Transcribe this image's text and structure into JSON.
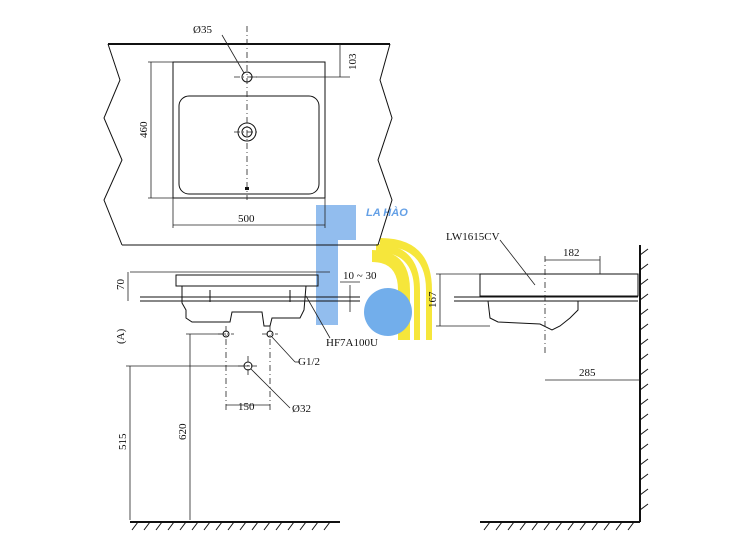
{
  "top_view": {
    "faucet_hole_label": "Ø35",
    "depth_label": "460",
    "width_label": "500",
    "hole_offset_label": "103"
  },
  "front_view": {
    "rim_height_label": "70",
    "counter_thickness_label": "10 ~ 30",
    "model_label": "HF7A100U",
    "thread_label": "G1/2",
    "supply_spacing_label": "150",
    "drain_label": "Ø32",
    "rough_in_a_label": "(A)",
    "supply_height_label": "515",
    "drain_height_label": "620"
  },
  "side_view": {
    "model_label": "LW1615CV",
    "drain_offset_label": "182",
    "height_label": "167",
    "wall_distance_label": "285"
  },
  "watermark": {
    "text": "LA HÀO",
    "blue": "#4a90e2",
    "yellow": "#f5e21a"
  }
}
